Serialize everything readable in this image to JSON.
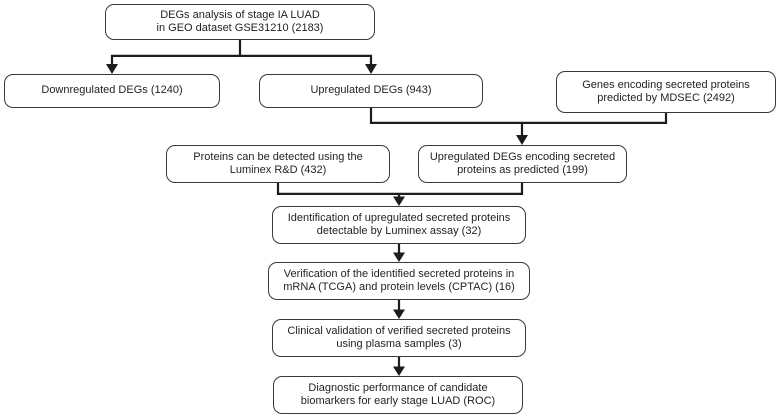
{
  "figure": {
    "type": "flowchart",
    "background_color": "#ffffff",
    "box_border_color": "#3a3a39",
    "connector_color": "#1d1d1b",
    "text_color": "#231f20",
    "boxes": [
      {
        "id": "degs-analysis",
        "lines": [
          "DEGs analysis of stage IA LUAD",
          "in GEO dataset GSE31210 (2183)"
        ]
      },
      {
        "id": "downregulated-degs",
        "lines": [
          "Downregulated DEGs (1240)"
        ]
      },
      {
        "id": "upregulated-degs",
        "lines": [
          "Upregulated DEGs (943)"
        ]
      },
      {
        "id": "mdsec-genes",
        "lines": [
          "Genes encoding secreted proteins",
          "predicted by MDSEC (2492)"
        ]
      },
      {
        "id": "luminex-detectable",
        "lines": [
          "Proteins can be detected using the",
          "Luminex R&D (432)"
        ]
      },
      {
        "id": "predicted-secreted",
        "lines": [
          "Upregulated DEGs encoding secreted",
          "proteins as predicted (199)"
        ]
      },
      {
        "id": "identification",
        "lines": [
          "Identification of upregulated secreted proteins",
          "detectable by Luminex assay (32)"
        ]
      },
      {
        "id": "verification",
        "lines": [
          "Verification of the identified secreted proteins in",
          "mRNA (TCGA) and protein levels (CPTAC) (16)"
        ]
      },
      {
        "id": "clinical-validation",
        "lines": [
          "Clinical validation of verified secreted proteins",
          "using plasma samples (3)"
        ]
      },
      {
        "id": "diagnostic-performance",
        "lines": [
          "Diagnostic performance of candidate",
          "biomarkers for early stage LUAD (ROC)"
        ]
      }
    ]
  }
}
